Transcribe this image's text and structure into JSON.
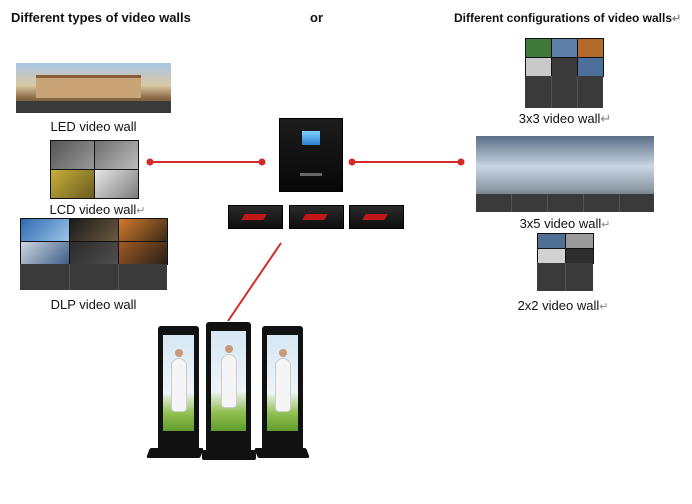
{
  "header": {
    "left_title": "Different types of video walls",
    "middle": "or",
    "right_title": "Different configurations of video walls",
    "right_title_mark": "↵"
  },
  "left_walls": [
    {
      "label": "LED video wall",
      "mark": ""
    },
    {
      "label": "LCD video wall",
      "mark": "↵"
    },
    {
      "label": "DLP video wall",
      "mark": ""
    }
  ],
  "right_configs": [
    {
      "label": "3x3 video wall",
      "mark": "↵"
    },
    {
      "label": "3x5 video wall",
      "mark": "↵"
    },
    {
      "label": "2x2 video wall",
      "mark": "↵"
    }
  ],
  "colors": {
    "connector": "#d42a2a"
  },
  "icons": [
    "video-processor-icon",
    "rack-unit-icon",
    "kiosk-display-icon"
  ]
}
